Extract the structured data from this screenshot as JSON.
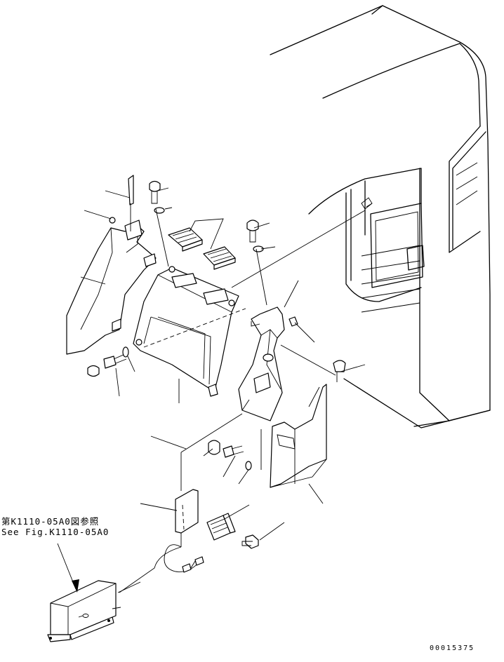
{
  "reference_note": {
    "line1": "第K1110-05A0図参照",
    "line2": "See Fig.K1110-05A0"
  },
  "drawing_number": "00015375"
}
